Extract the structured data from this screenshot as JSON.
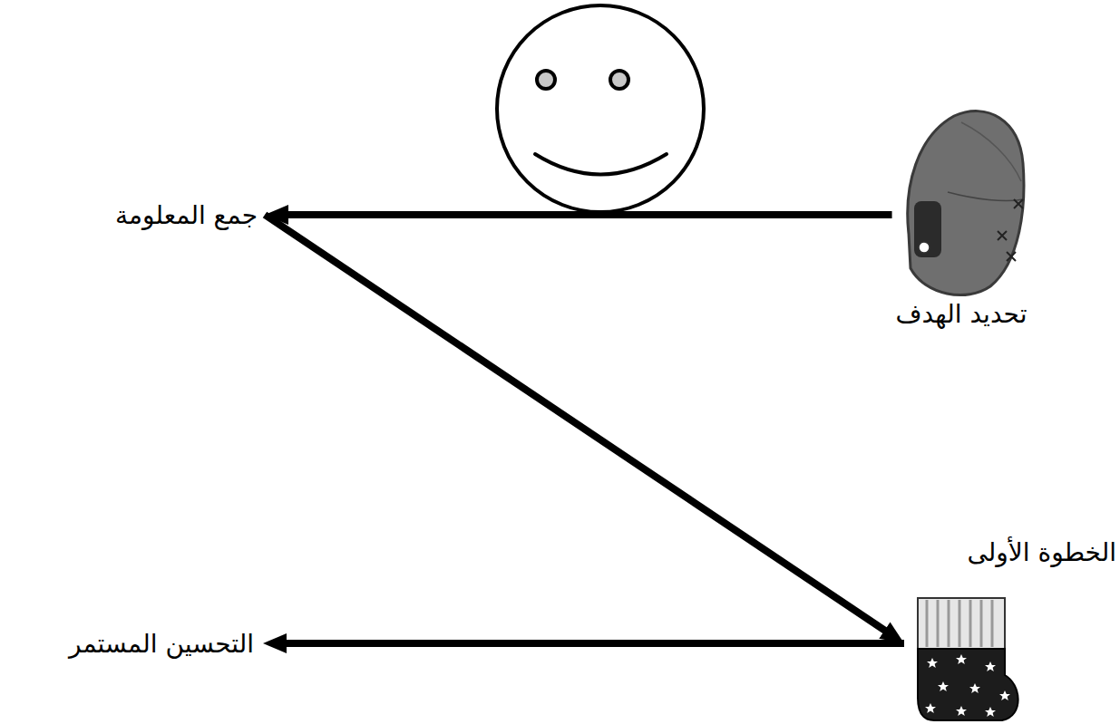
{
  "diagram": {
    "nodes": [
      {
        "text": [
          "تحديد الهدف"
        ]
      },
      {
        "text": [
          "جمع المعلومة"
        ]
      },
      {
        "text": [
          "الخطوة الأولى"
        ]
      },
      {
        "text": [
          "التحسين المستمر"
        ]
      }
    ],
    "edges": [
      {
        "from": 0,
        "to": 1,
        "arrow": "to"
      },
      {
        "from": 1,
        "to": 2,
        "arrow": "to"
      },
      {
        "from": 2,
        "to": 3,
        "arrow": "to"
      }
    ]
  }
}
